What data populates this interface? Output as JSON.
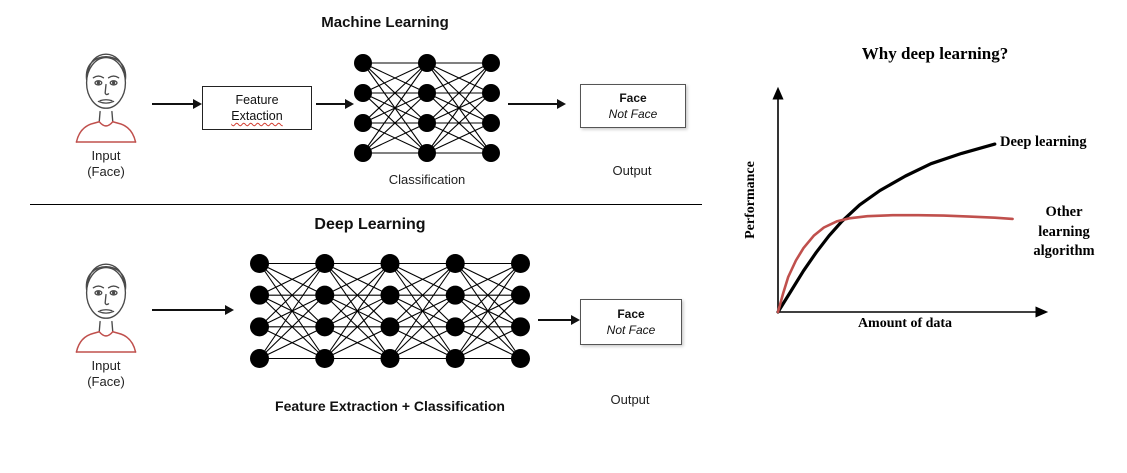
{
  "ml": {
    "title": "Machine Learning",
    "input_line1": "Input",
    "input_line2": "(Face)",
    "feature_line1": "Feature",
    "feature_line2": "Extaction",
    "network_label": "Classification",
    "output_line1": "Face",
    "output_line2": "Not Face",
    "output_label": "Output",
    "network_layers": [
      4,
      4,
      4
    ]
  },
  "dl": {
    "title": "Deep Learning",
    "input_line1": "Input",
    "input_line2": "(Face)",
    "network_label": "Feature Extraction + Classification",
    "output_line1": "Face",
    "output_line2": "Not Face",
    "output_label": "Output",
    "network_layers": [
      4,
      4,
      4,
      4,
      4
    ]
  },
  "chart_data": {
    "type": "line",
    "title": "Why deep learning?",
    "xlabel": "Amount of data",
    "ylabel": "Performance",
    "x_range": [
      0,
      1
    ],
    "y_range": [
      0,
      1
    ],
    "grid": false,
    "legend_position": "inline-right",
    "series": [
      {
        "name": "Deep learning",
        "color": "#000000",
        "points": [
          [
            0,
            0
          ],
          [
            0.05,
            0.1
          ],
          [
            0.1,
            0.2
          ],
          [
            0.15,
            0.29
          ],
          [
            0.2,
            0.37
          ],
          [
            0.25,
            0.44
          ],
          [
            0.32,
            0.52
          ],
          [
            0.4,
            0.59
          ],
          [
            0.5,
            0.66
          ],
          [
            0.6,
            0.72
          ],
          [
            0.72,
            0.77
          ],
          [
            0.85,
            0.815
          ]
        ]
      },
      {
        "name": "Other learning algorithm",
        "color": "#c0504d",
        "points": [
          [
            0,
            0
          ],
          [
            0.02,
            0.09
          ],
          [
            0.04,
            0.17
          ],
          [
            0.07,
            0.25
          ],
          [
            0.1,
            0.31
          ],
          [
            0.14,
            0.37
          ],
          [
            0.18,
            0.41
          ],
          [
            0.23,
            0.44
          ],
          [
            0.28,
            0.455
          ],
          [
            0.35,
            0.465
          ],
          [
            0.45,
            0.47
          ],
          [
            0.55,
            0.47
          ],
          [
            0.65,
            0.468
          ],
          [
            0.75,
            0.463
          ],
          [
            0.85,
            0.458
          ],
          [
            0.92,
            0.452
          ]
        ]
      }
    ]
  }
}
